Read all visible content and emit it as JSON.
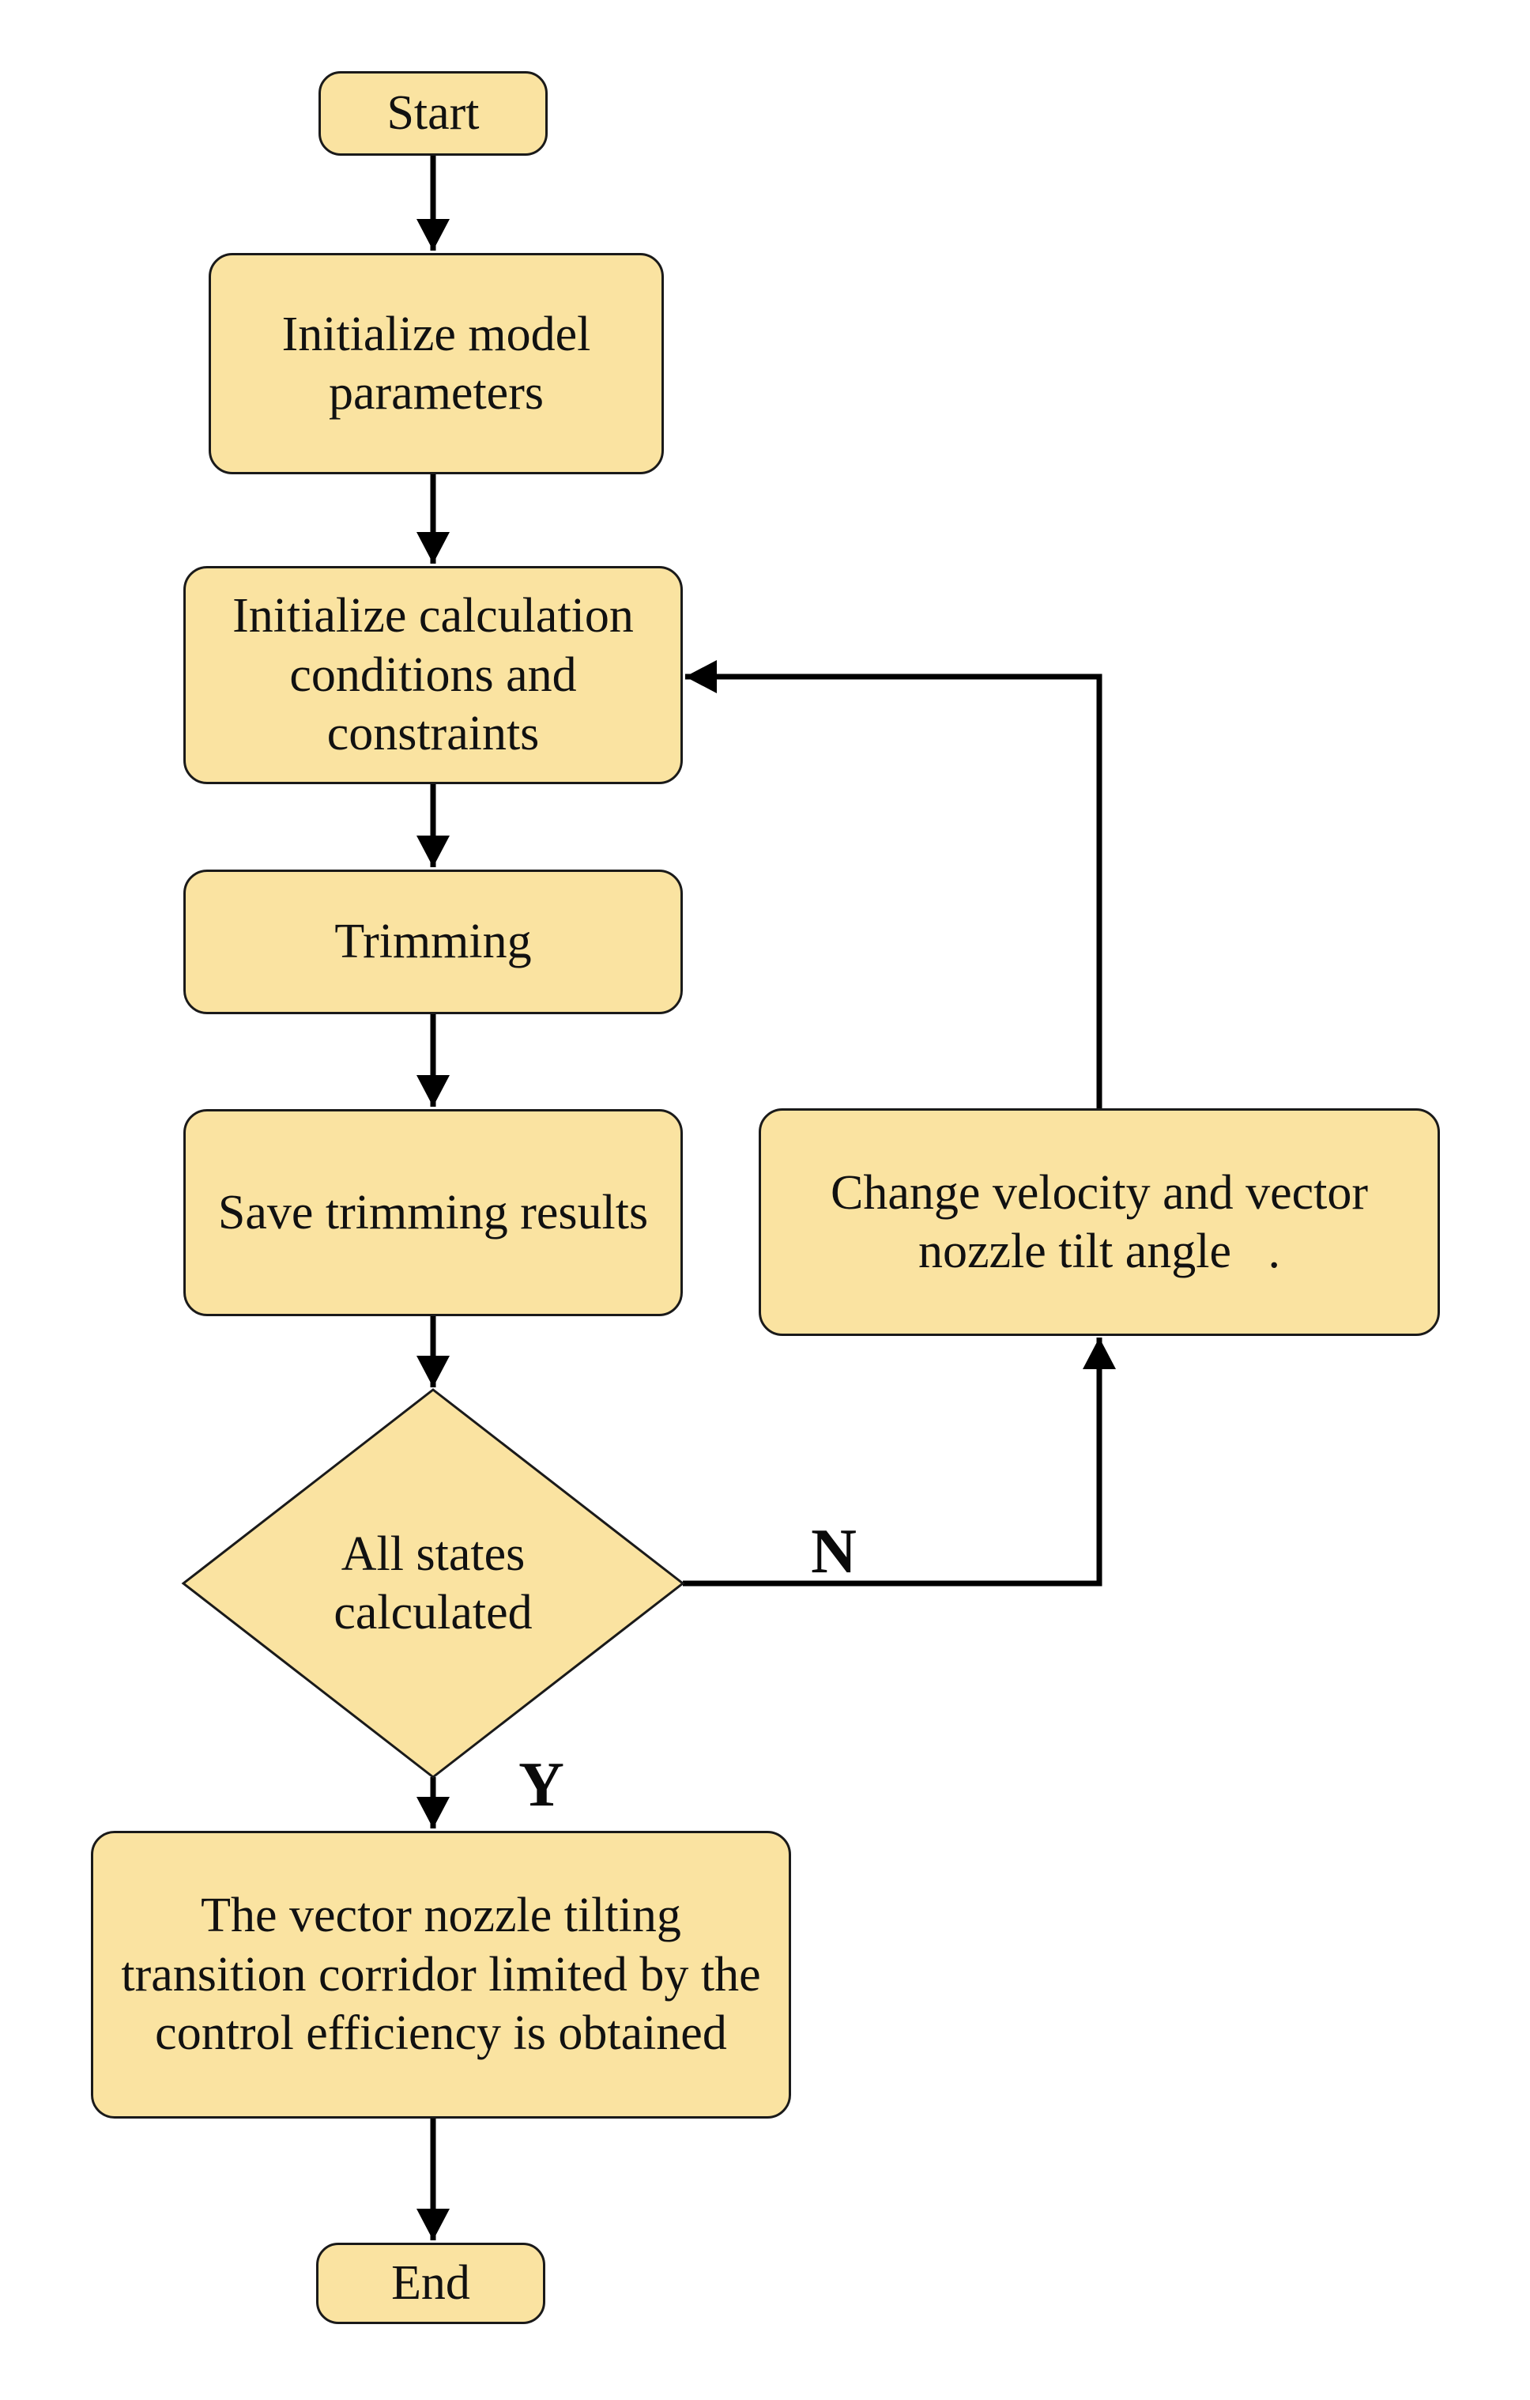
{
  "diagram": {
    "type": "flowchart",
    "colors": {
      "background": "#ffffff",
      "node_fill": "#fae3a1",
      "node_border": "#1a1a1a",
      "arrow": "#000000",
      "text": "#111111"
    },
    "nodes": {
      "start": {
        "shape": "terminator",
        "label": "Start"
      },
      "init_model": {
        "shape": "process",
        "label": [
          "Initialize model",
          "parameters"
        ]
      },
      "init_calc": {
        "shape": "process",
        "label": [
          "Initialize calculation",
          "conditions and",
          "constraints"
        ]
      },
      "trimming": {
        "shape": "process",
        "label": "Trimming"
      },
      "save_results": {
        "shape": "process",
        "label": "Save trimming results"
      },
      "all_states": {
        "shape": "decision",
        "label": [
          "All states",
          "calculated"
        ]
      },
      "change_velocity": {
        "shape": "process",
        "label": [
          "Change velocity and vector",
          "nozzle tilt angle   ."
        ]
      },
      "corridor_obtained": {
        "shape": "process",
        "label": [
          "The vector nozzle tilting",
          "transition corridor limited by the",
          "control efficiency is obtained"
        ]
      },
      "end": {
        "shape": "terminator",
        "label": "End"
      }
    },
    "branch_labels": {
      "no": "N",
      "yes": "Y"
    },
    "edges": [
      {
        "from": "start",
        "to": "init_model",
        "label": ""
      },
      {
        "from": "init_model",
        "to": "init_calc",
        "label": ""
      },
      {
        "from": "init_calc",
        "to": "trimming",
        "label": ""
      },
      {
        "from": "trimming",
        "to": "save_results",
        "label": ""
      },
      {
        "from": "save_results",
        "to": "all_states",
        "label": ""
      },
      {
        "from": "all_states",
        "to": "change_velocity",
        "label": "N"
      },
      {
        "from": "change_velocity",
        "to": "init_calc",
        "label": ""
      },
      {
        "from": "all_states",
        "to": "corridor_obtained",
        "label": "Y"
      },
      {
        "from": "corridor_obtained",
        "to": "end",
        "label": ""
      }
    ]
  }
}
